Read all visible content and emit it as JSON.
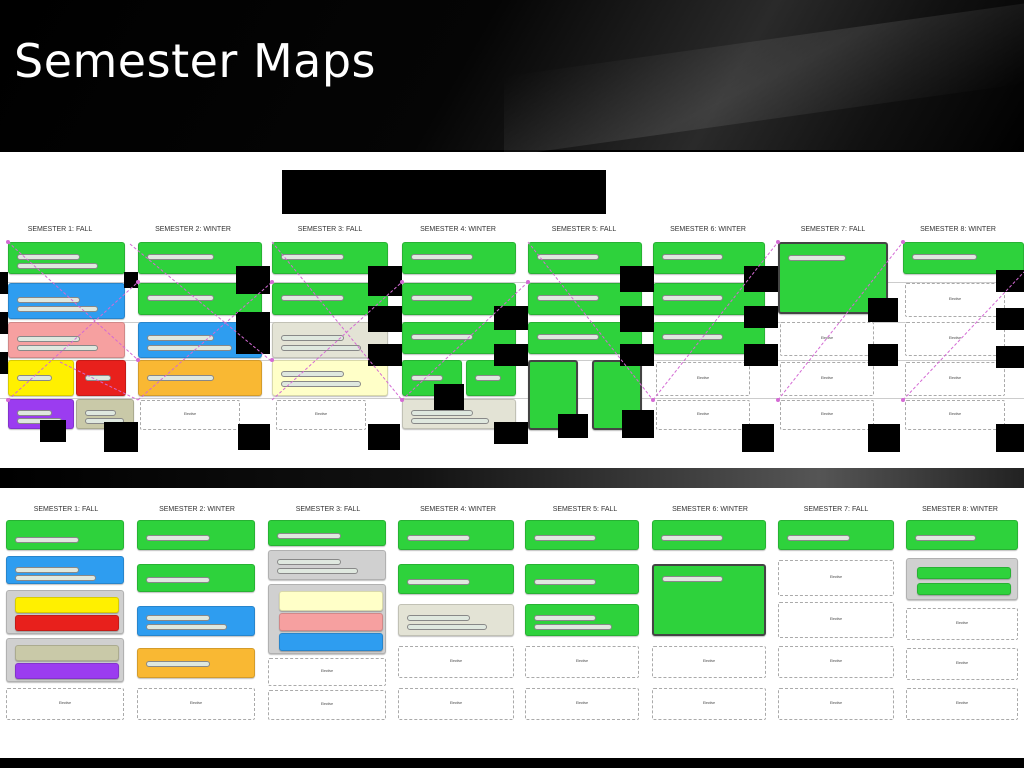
{
  "slide": {
    "title": "Semester Maps"
  },
  "semesters_top": [
    {
      "label": "SEMESTER 1: FALL"
    },
    {
      "label": "SEMESTER 2: WINTER"
    },
    {
      "label": "SEMESTER 3: FALL"
    },
    {
      "label": "SEMESTER 4: WINTER"
    },
    {
      "label": "SEMESTER 5: FALL"
    },
    {
      "label": "SEMESTER 6: WINTER"
    },
    {
      "label": "SEMESTER 7: FALL"
    },
    {
      "label": "SEMESTER 8: WINTER"
    }
  ],
  "semesters_bottom": [
    {
      "label": "SEMESTER 1: FALL"
    },
    {
      "label": "SEMESTER 2: WINTER"
    },
    {
      "label": "SEMESTER 3: FALL"
    },
    {
      "label": "SEMESTER 4: WINTER"
    },
    {
      "label": "SEMESTER 5: FALL"
    },
    {
      "label": "SEMESTER 6: WINTER"
    },
    {
      "label": "SEMESTER 7: FALL"
    },
    {
      "label": "SEMESTER 8: WINTER"
    }
  ],
  "placeholder_label": "Elective",
  "colors": {
    "required": "#2ed23c",
    "elective_a": "#2e9df0",
    "elective_b": "#f6a0a0",
    "elective_c": "#fff000",
    "elective_d": "#e8201c",
    "elective_e": "#9b3cf0",
    "elective_f": "#c9c9a8",
    "elective_g": "#f9b833",
    "link": "#d46ad4"
  }
}
